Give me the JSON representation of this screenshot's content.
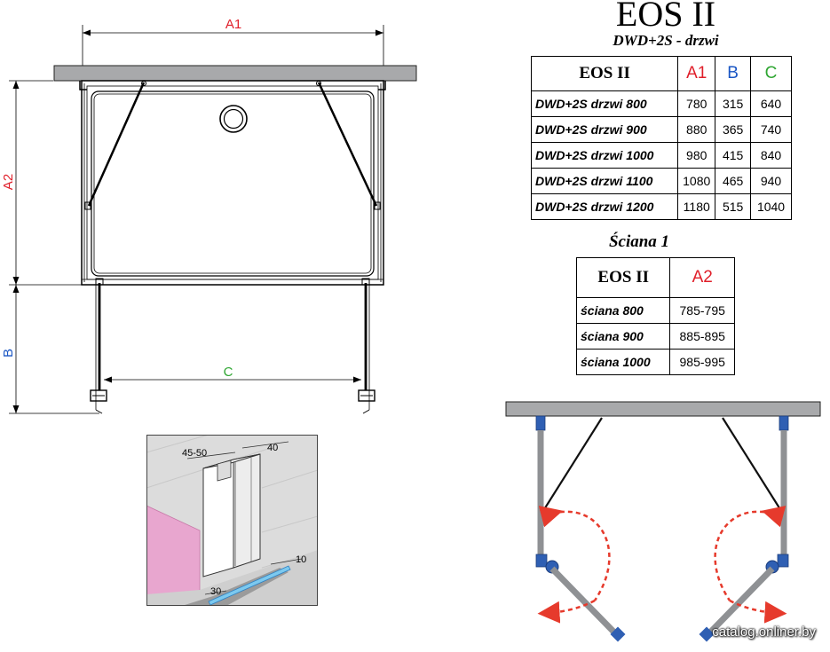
{
  "title": "EOS II",
  "subtitle": "DWD+2S - drzwi",
  "drzwi_table": {
    "headers": [
      "EOS II",
      "A1",
      "B",
      "C"
    ],
    "header_colors": [
      "#000000",
      "#e01f2a",
      "#1a56c4",
      "#2fa632"
    ],
    "rows": [
      [
        "DWD+2S drzwi 800",
        "780",
        "315",
        "640"
      ],
      [
        "DWD+2S drzwi 900",
        "880",
        "365",
        "740"
      ],
      [
        "DWD+2S drzwi 1000",
        "980",
        "415",
        "840"
      ],
      [
        "DWD+2S drzwi 1100",
        "1080",
        "465",
        "940"
      ],
      [
        "DWD+2S drzwi 1200",
        "1180",
        "515",
        "1040"
      ]
    ]
  },
  "sciana_title": "Ściana 1",
  "sciana_table": {
    "headers": [
      "EOS II",
      "A2"
    ],
    "rows": [
      [
        "ściana 800",
        "785-795"
      ],
      [
        "ściana 900",
        "885-895"
      ],
      [
        "ściana 1000",
        "985-995"
      ]
    ]
  },
  "dimensions": {
    "a1": "A1",
    "a2": "A2",
    "b": "B",
    "c": "C"
  },
  "detail": {
    "dim_45_50": "45-50",
    "dim_40": "40",
    "dim_10": "10",
    "dim_30": "30"
  },
  "colors": {
    "red_label": "#e01f2a",
    "blue_label": "#1a56c4",
    "green_label": "#2fa632",
    "wall": "#a8a9ab",
    "arrow": "#e63a2c",
    "hinge": "#2f5fb3"
  },
  "watermark": "catalog.onliner.by"
}
